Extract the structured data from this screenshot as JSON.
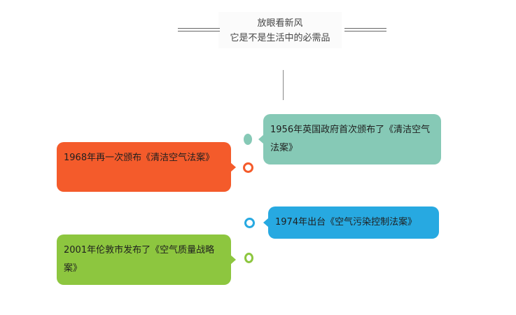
{
  "header": {
    "title_line1": "放眼看新风",
    "title_line2": "它是不是生活中的必需品"
  },
  "timeline": [
    {
      "text": "1956年英国政府首次颁布了《清洁空气法案》",
      "color": "#86c9b6"
    },
    {
      "text": "1968年再一次颁布《清洁空气法案》",
      "color": "#f45b2b"
    },
    {
      "text": "1974年出台《空气污染控制法案》",
      "color": "#27a9e1"
    },
    {
      "text": "2001年伦敦市发布了《空气质量战略案》",
      "color": "#8dc63f"
    }
  ]
}
